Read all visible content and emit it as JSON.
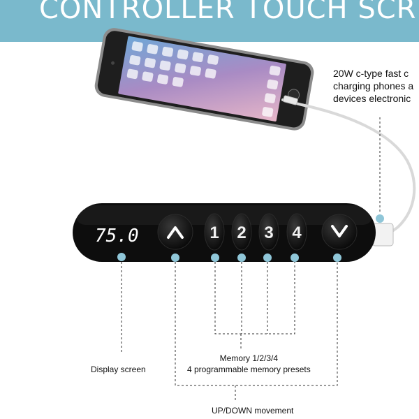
{
  "banner": {
    "title": "CONTROLLER TOUCH SCREE"
  },
  "charging_note": {
    "line1": "20W c-type fast c",
    "line2": "charging phones a",
    "line3": "devices electronic"
  },
  "controller": {
    "display_value": "75.0",
    "up_symbol": "^",
    "down_symbol": "v",
    "memory_buttons": [
      "1",
      "2",
      "3",
      "4"
    ]
  },
  "labels": {
    "display_screen": "Display screen",
    "memory_line1": "Memory 1/2/3/4",
    "memory_line2": "4 programmable memory presets",
    "up_down": "UP/DOWN movement"
  },
  "colors": {
    "banner": "#7ab9cc",
    "marker_dot": "#8fc6d8",
    "controller_body": "#0d0d0d"
  }
}
